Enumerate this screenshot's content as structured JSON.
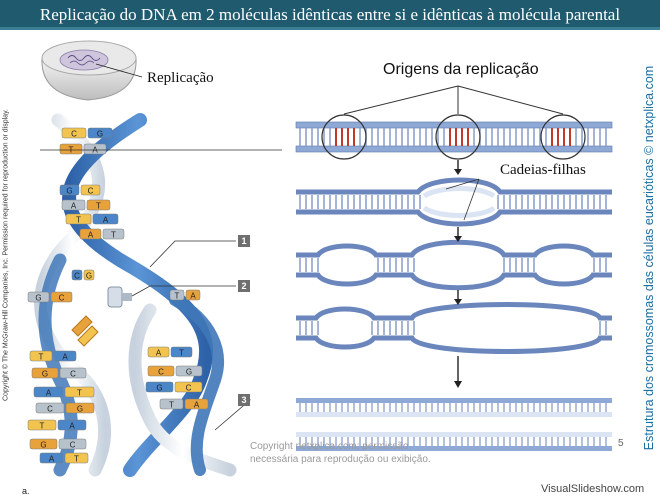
{
  "title": "Replicação do DNA em 2 moléculas idênticas entre si e idênticas à molécula parental",
  "labels": {
    "replicacao": "Replicação",
    "origens": "Origens da replicação",
    "cadeias_filhas": "Cadeias-filhas",
    "callout_1": "1",
    "callout_2": "2",
    "callout_3": "3",
    "figure_letter": "a."
  },
  "side_texts": {
    "copyright_left": "Copyright © The McGraw-Hill Companies, Inc. Permission required for reproduction or display.",
    "right_credit": "Estrutura dos cromossomas das células eucarióticas © netxplica.com"
  },
  "footer": {
    "page_number": "5",
    "watermark_line1": "Copyright netxplica.com; permissão",
    "watermark_line2": "necessária para reprodução ou exibição.",
    "brand": "VisualSlideshow.com"
  },
  "base_pairs": [
    {
      "l": "C",
      "r": "G"
    },
    {
      "l": "T",
      "r": "A"
    },
    {
      "l": "G",
      "r": "C"
    },
    {
      "l": "A",
      "r": "T"
    },
    {
      "l": "T",
      "r": "A"
    },
    {
      "l": "A",
      "r": "T"
    },
    {
      "l": "C",
      "r": "G"
    },
    {
      "l": "G",
      "r": "C"
    },
    {
      "l": "T",
      "r": "A"
    },
    {
      "l": "G",
      "r": "C"
    },
    {
      "l": "A",
      "r": "T"
    }
  ],
  "colors": {
    "title_bg": "#1f5a6e",
    "strand_blue": "#3f78b8",
    "strand_white": "#e8eef5",
    "dna_light": "#c5d3ea",
    "dna_edge": "#7f95c5",
    "origin_red": "#c0392b",
    "nuc_yellow": "#f2c44f",
    "nuc_orange": "#e8a23c",
    "nuc_blue": "#4a86c8",
    "nuc_grey": "#b8c2cc",
    "credit_blue": "#1e6ea0"
  }
}
